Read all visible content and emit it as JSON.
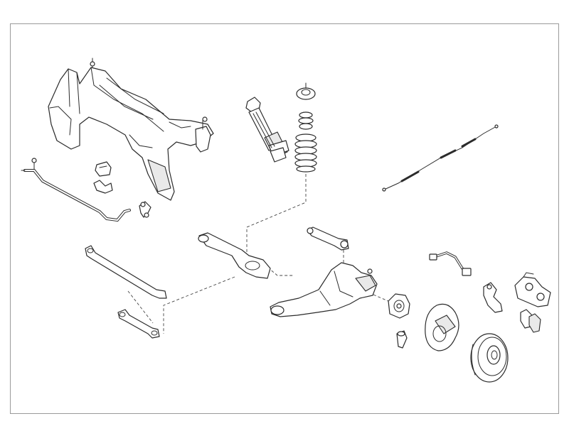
{
  "diagram": {
    "background": "#ffffff",
    "line_color": "#2b2b2b",
    "frame_color": "#9a9a9a",
    "parts": [
      "subframe-crossmember",
      "anti-roll-bar",
      "anti-roll-bar-bushing",
      "anti-roll-bar-clamp",
      "anti-roll-bar-link",
      "shock-absorber",
      "strut-top-mount",
      "bump-stop",
      "coil-spring",
      "handbrake-cable",
      "lower-control-arm",
      "upper-control-arm",
      "trailing-arm",
      "tie-rod-long",
      "tie-rod-short",
      "brake-hose",
      "wheel-hub",
      "hub-bolt",
      "brake-dust-shield",
      "brake-disc",
      "brake-caliper",
      "caliper-bracket",
      "brake-pads"
    ]
  }
}
